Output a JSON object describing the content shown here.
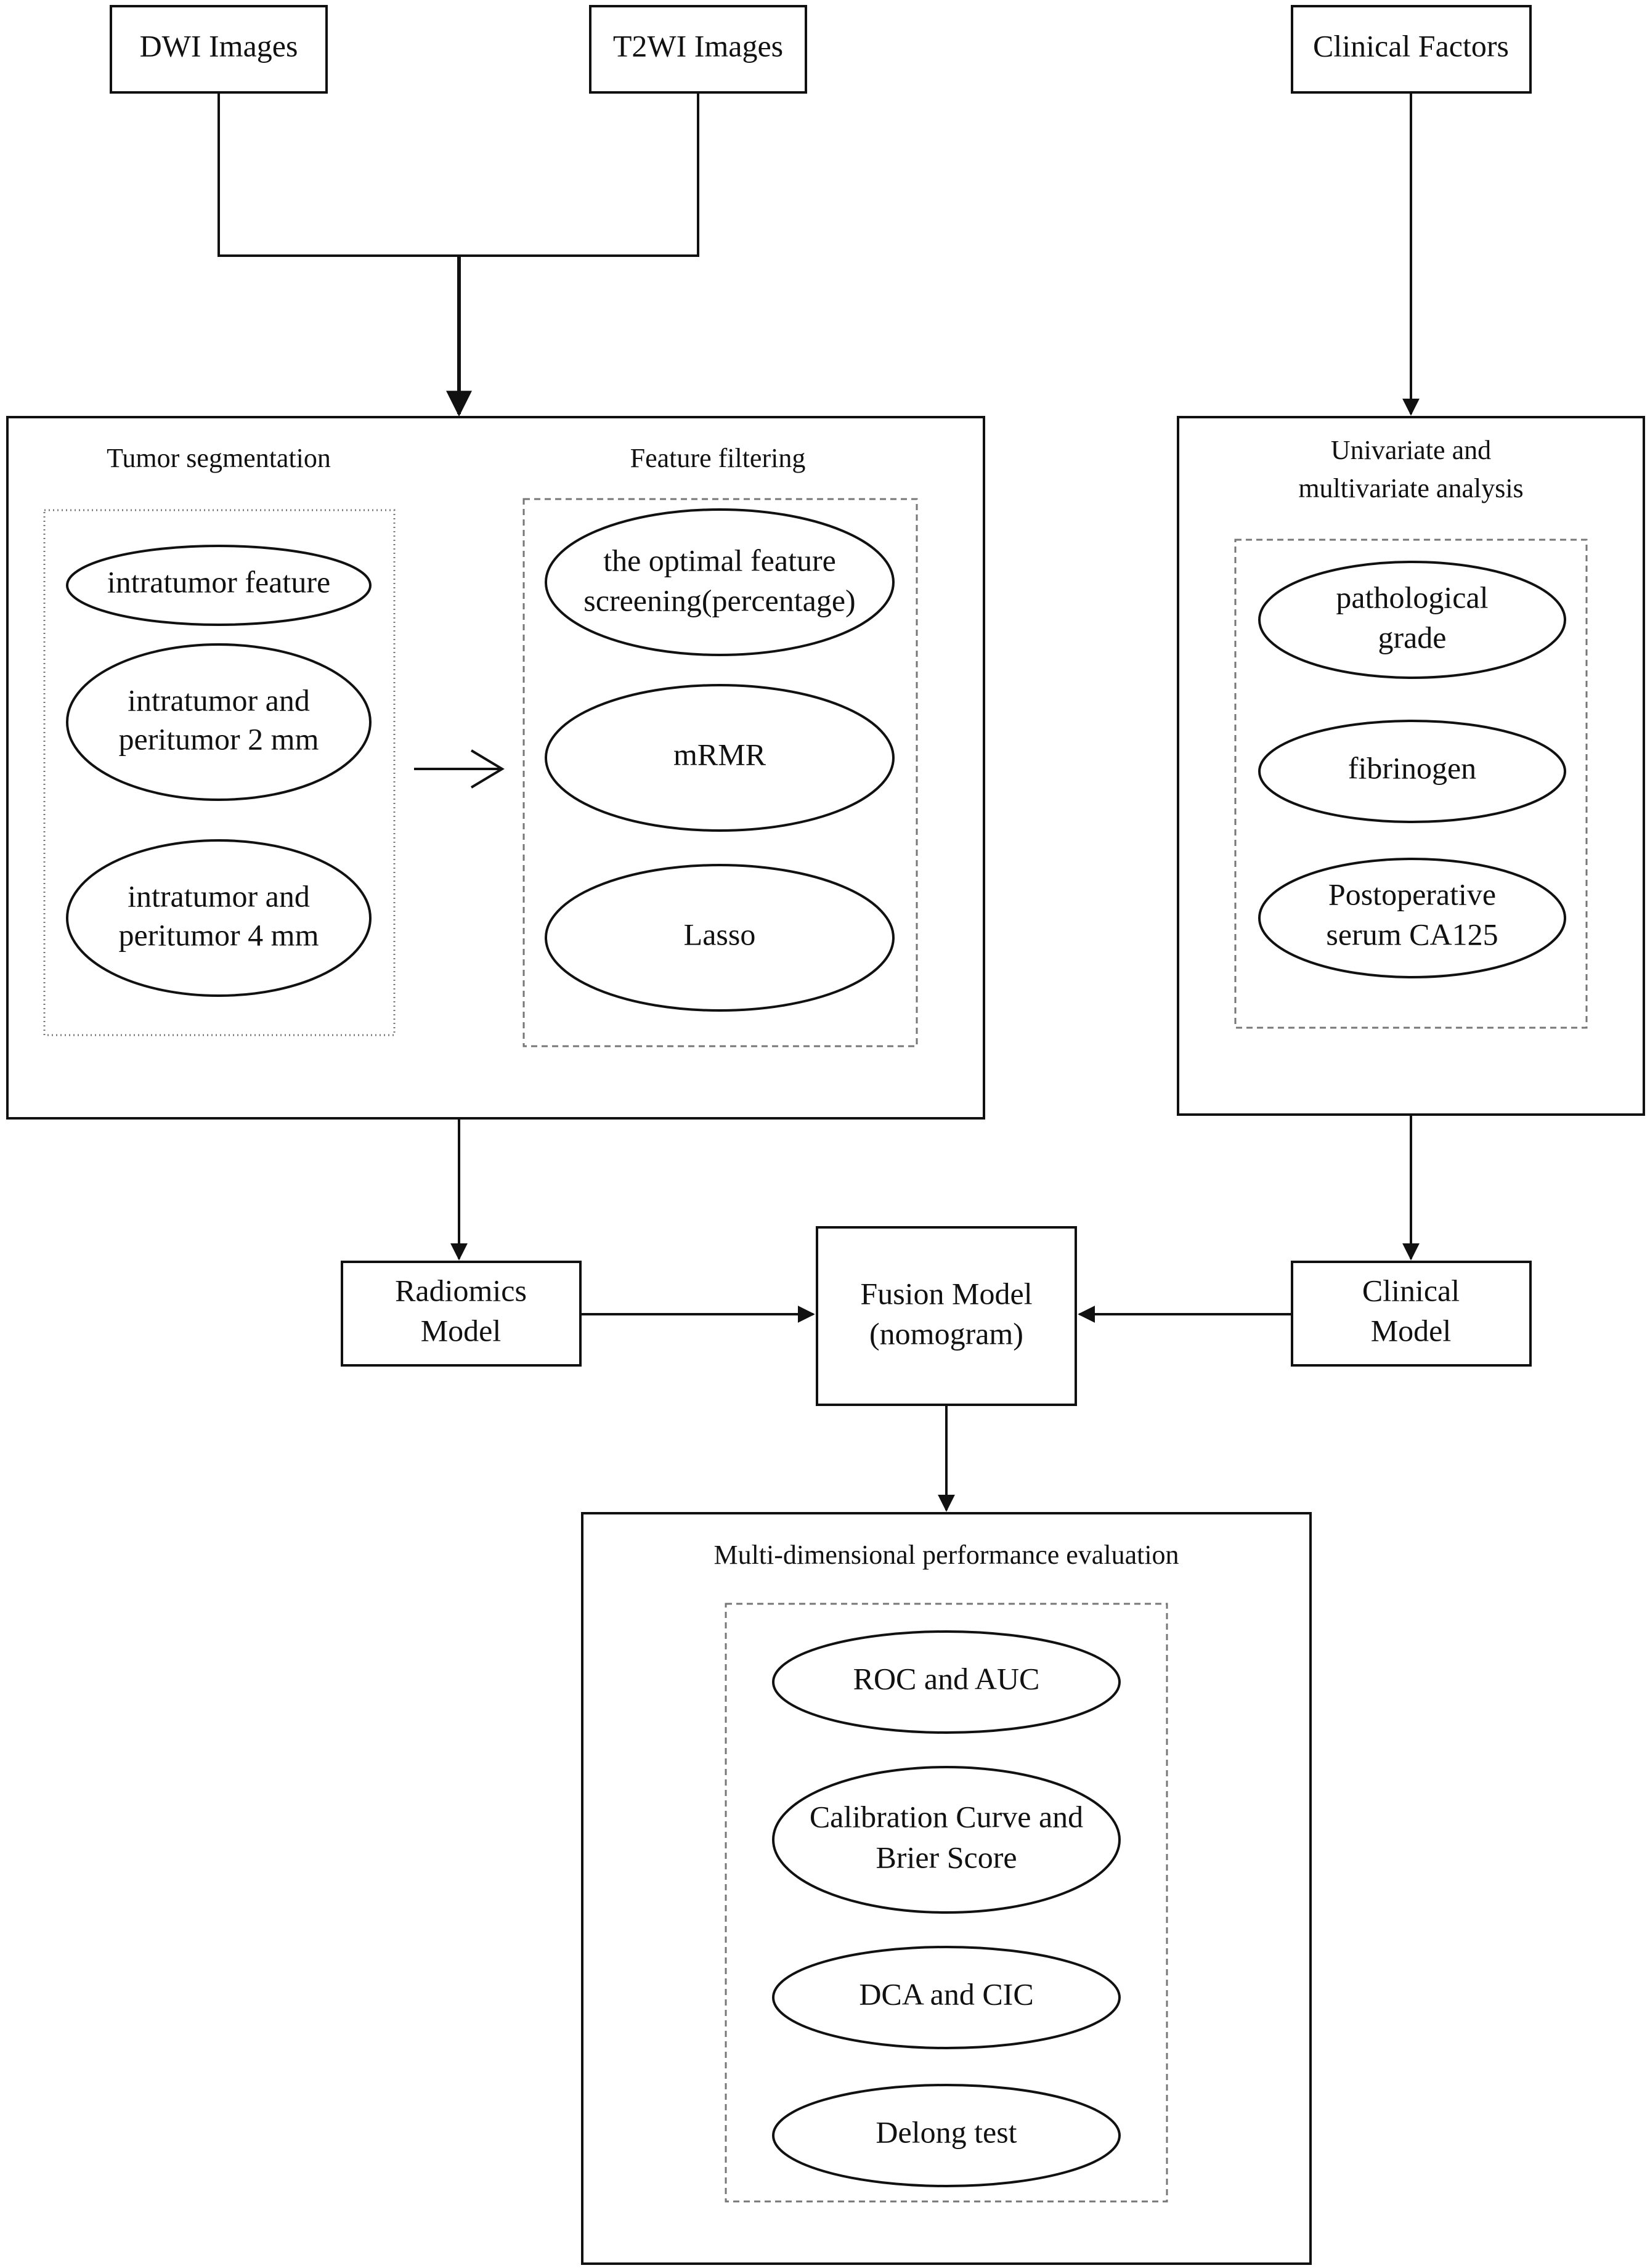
{
  "inputs": {
    "dwi": "DWI Images",
    "t2wi": "T2WI Images",
    "clinical_factors": "Clinical Factors"
  },
  "radiomics_block": {
    "segmentation_title": "Tumor segmentation",
    "segmentation_items": [
      [
        "intratumor feature"
      ],
      [
        "intratumor and",
        "peritumor 2 mm"
      ],
      [
        "intratumor and",
        "peritumor 4 mm"
      ]
    ],
    "filtering_title": "Feature filtering",
    "filtering_items": [
      [
        "the optimal feature",
        "screening(percentage)"
      ],
      [
        "mRMR"
      ],
      [
        "Lasso"
      ]
    ]
  },
  "clinical_block": {
    "title_lines": [
      "Univariate and",
      "multivariate analysis"
    ],
    "items": [
      [
        "pathological",
        "grade"
      ],
      [
        "fibrinogen"
      ],
      [
        "Postoperative",
        "serum CA125"
      ]
    ]
  },
  "models": {
    "radiomics": [
      "Radiomics",
      "Model"
    ],
    "fusion": [
      "Fusion Model",
      "(nomogram)"
    ],
    "clinical": [
      "Clinical",
      "Model"
    ]
  },
  "evaluation": {
    "title": "Multi-dimensional performance evaluation",
    "items": [
      [
        "ROC and AUC"
      ],
      [
        "Calibration Curve and",
        "Brier Score"
      ],
      [
        "DCA and CIC"
      ],
      [
        "Delong test"
      ]
    ]
  }
}
